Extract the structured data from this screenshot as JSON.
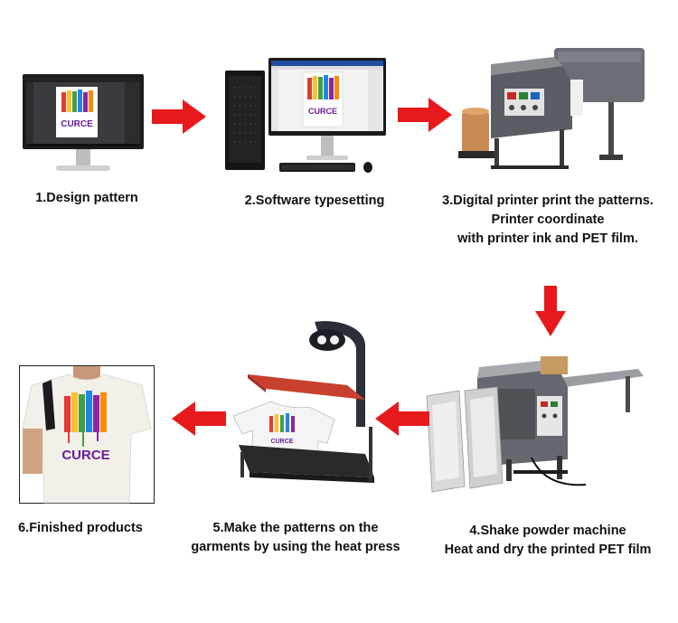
{
  "steps": [
    {
      "id": 1,
      "caption": [
        "1.Design pattern"
      ]
    },
    {
      "id": 2,
      "caption": [
        "2.Software typesetting"
      ]
    },
    {
      "id": 3,
      "caption": [
        "3.Digital printer print the patterns.",
        "Printer coordinate",
        "with printer ink and PET film."
      ]
    },
    {
      "id": 4,
      "caption": [
        "4.Shake powder machine",
        "Heat and dry the printed PET film"
      ]
    },
    {
      "id": 5,
      "caption": [
        "5.Make the patterns on the",
        "garments by using the heat press"
      ]
    },
    {
      "id": 6,
      "caption": [
        "6.Finished products"
      ]
    }
  ],
  "design_text": "CURCE",
  "colors": {
    "arrow": "#e8191c",
    "machine_gray": "#5a5d63",
    "press_red": "#c8402e",
    "text": "#111111"
  }
}
